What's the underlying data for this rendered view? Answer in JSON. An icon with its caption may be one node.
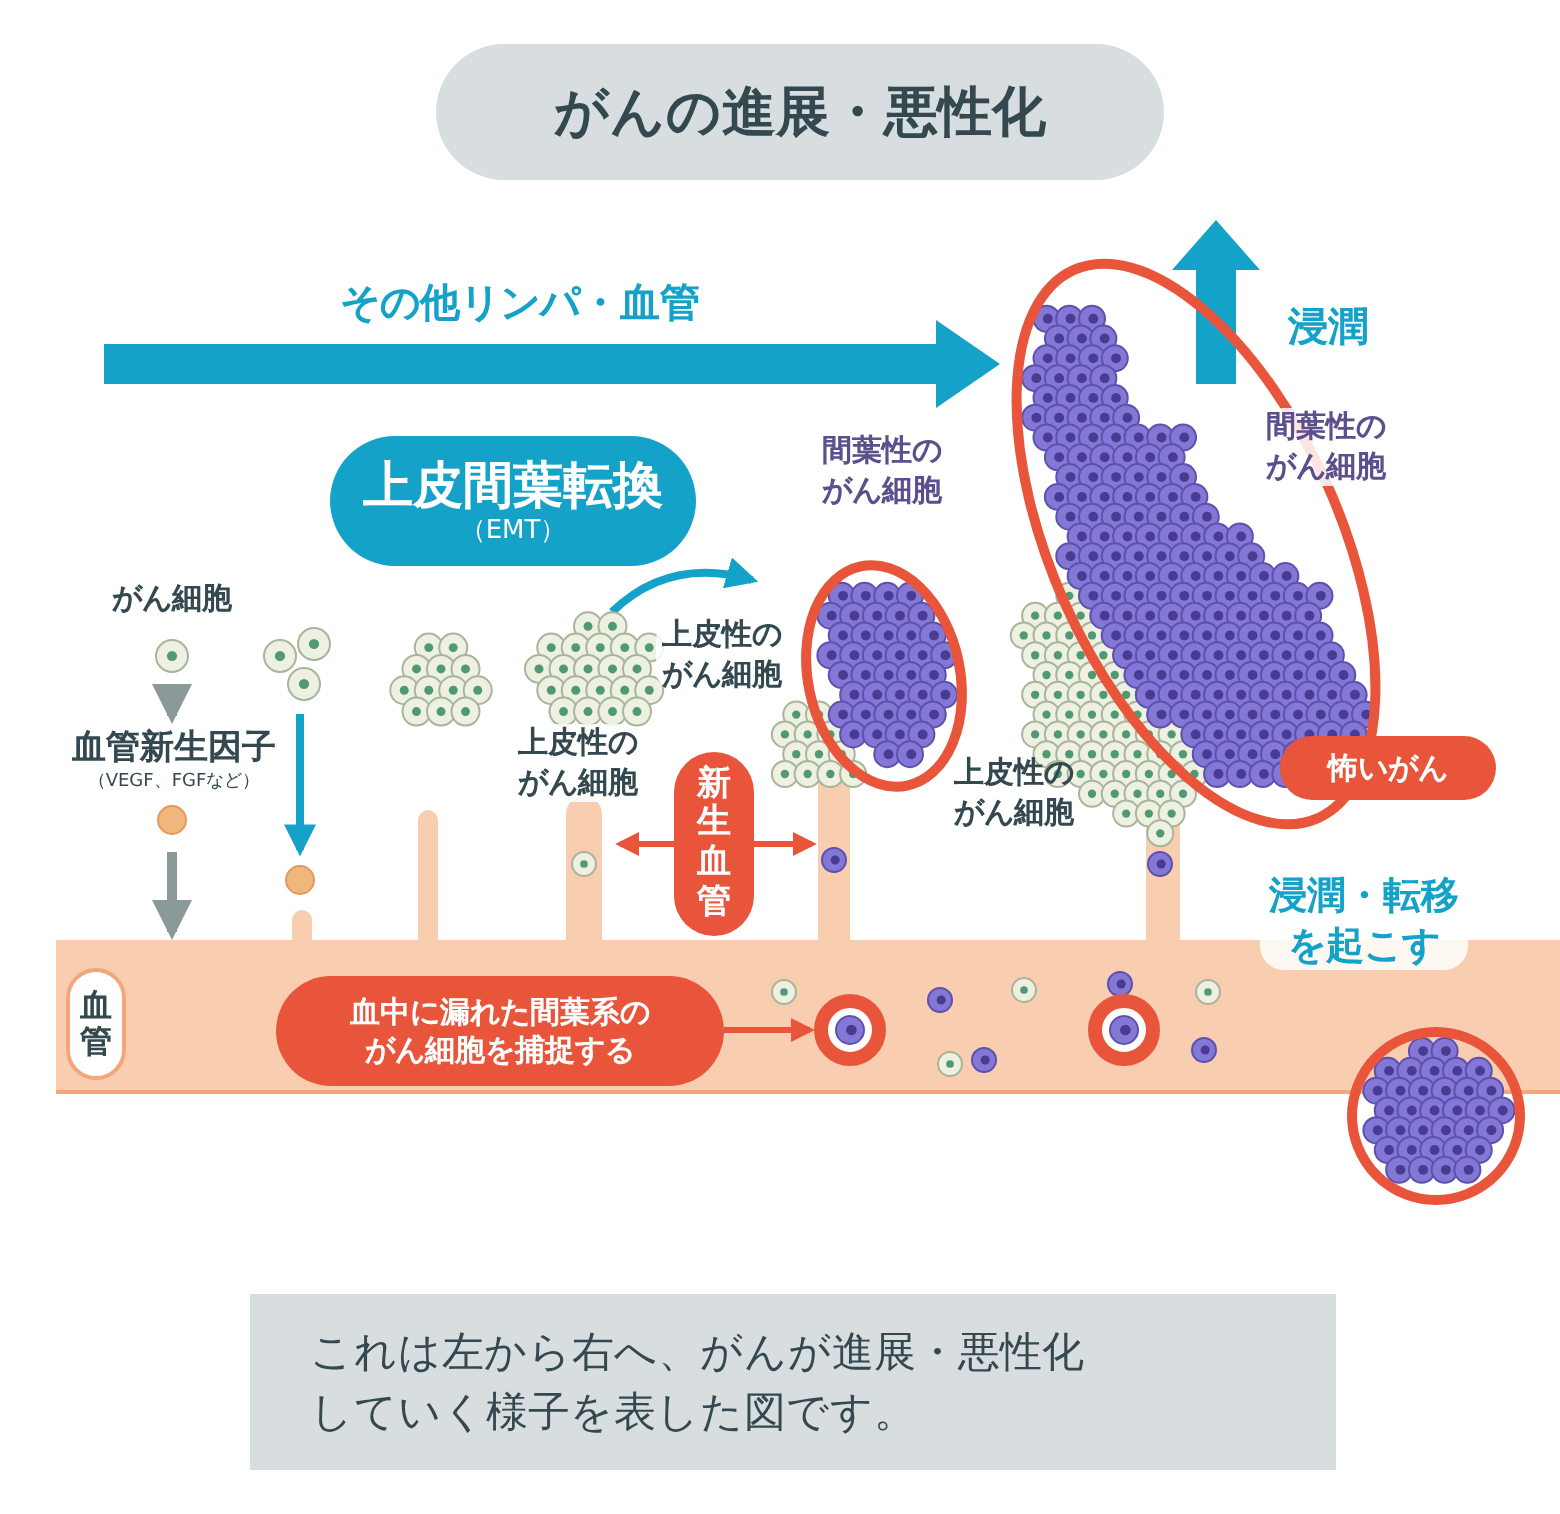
{
  "diagram": {
    "title": "がんの進展・悪性化",
    "caption": "これは左から右へ、がんが進展・悪性化していく様子を表した図です。",
    "nodes": [
      {
        "text": [
          "上皮間葉転換",
          "（EMT）"
        ]
      },
      {
        "text": [
          "新生血管"
        ]
      },
      {
        "text": [
          "血管"
        ]
      },
      {
        "text": [
          "血中に漏れた間葉系のがん細胞を捕捉する"
        ]
      },
      {
        "text": [
          "怖いがん"
        ]
      },
      {
        "text": [],
        "shape": "circle"
      },
      {
        "text": [],
        "shape": "circle"
      }
    ],
    "edges": [
      {
        "from": 3,
        "to": 5,
        "arrow": "to"
      }
    ],
    "labels": [
      "その他リンパ・血管",
      "浸潤",
      "間葉性のがん細胞",
      "間葉性のがん細胞",
      "がん細胞",
      "上皮性のがん細胞",
      "血管新生因子",
      "（VEGF、FGFなど）",
      "上皮性のがん細胞",
      "上皮性のがん細胞",
      "浸潤・転移を起こす"
    ]
  }
}
